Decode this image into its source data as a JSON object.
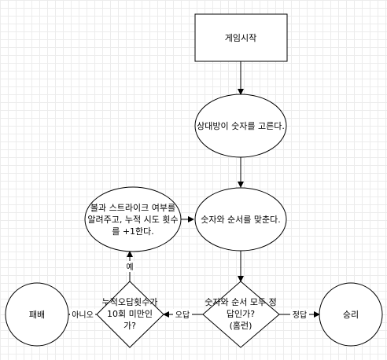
{
  "nodes": {
    "start": "게임시작",
    "opponent_pick": "상대방이 숫자를 고른다.",
    "guess": "숫자와 순서를 맞춘다.",
    "check": [
      "숫자와 순서 모두 정",
      "답인가?",
      "(홈런)"
    ],
    "feedback": [
      "볼과 스트라이크 여부를",
      "알려주고, 누적 시도 횟수",
      "를 +1한다."
    ],
    "limit_check": [
      "누적오답횟수가",
      "10회 미만인",
      "가?"
    ],
    "win": "승리",
    "lose": "패배"
  },
  "edges": {
    "correct": "정답",
    "wrong": "오답",
    "yes": "예",
    "no": "아니오"
  }
}
